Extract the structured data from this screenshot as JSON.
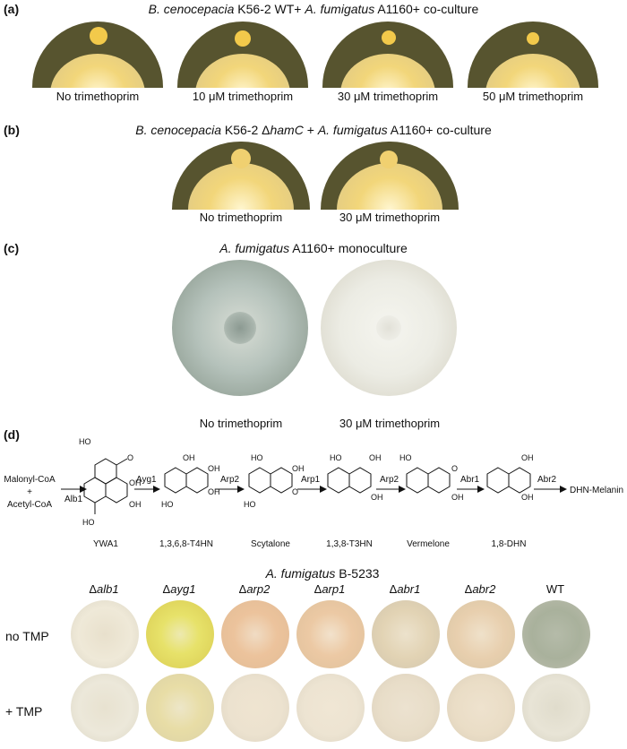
{
  "panel_a": {
    "label": "(a)",
    "title_italic": "B. cenocepacia",
    "title_rest1": " K56-2 WT+ ",
    "title_italic2": "A. fumigatus",
    "title_rest2": " A1160+ co-culture",
    "captions": [
      "No trimethoprim",
      "10 μM trimethoprim",
      "30 μM trimethoprim",
      "50 μM trimethoprim"
    ]
  },
  "panel_b": {
    "label": "(b)",
    "title_italic": "B. cenocepacia",
    "title_rest1": " K56-2 ",
    "title_delta": "Δ",
    "title_gene": "hamC",
    "title_rest2": " + ",
    "title_italic2": "A. fumigatus",
    "title_rest3": " A1160+ co-culture",
    "captions": [
      "No trimethoprim",
      "30 μM trimethoprim"
    ]
  },
  "panel_c": {
    "label": "(c)",
    "title_italic": "A. fumigatus",
    "title_rest": " A1160+ monoculture",
    "captions": [
      "No trimethoprim",
      "30 μM trimethoprim"
    ]
  },
  "panel_d": {
    "label": "(d)",
    "substrates": [
      "Malonyl-CoA",
      "+",
      "Acetyl-CoA"
    ],
    "enzymes": [
      "Alb1",
      "Ayg1",
      "Arp2",
      "Arp1",
      "Arp2",
      "Abr1",
      "Abr2"
    ],
    "compounds": [
      "YWA1",
      "1,3,6,8-T4HN",
      "Scytalone",
      "1,3,8-T3HN",
      "Vermelone",
      "1,8-DHN"
    ],
    "product": "DHN-Melanin",
    "atom_labels": {
      "oh": "OH",
      "ho": "HO",
      "o": "O"
    },
    "strain_title_italic": "A. fumigatus",
    "strain_title_rest": " B-5233",
    "genotypes": [
      "alb1",
      "ayg1",
      "arp2",
      "arp1",
      "abr1",
      "abr2",
      "WT"
    ],
    "delta": "Δ",
    "rows": [
      "no TMP",
      "+ TMP"
    ]
  },
  "colors": {
    "agar_dark": "#4d4a2a",
    "fungus_yellow": "#f2dc86",
    "bacteria": "#f1c447",
    "grey_green": "#a9b0a2"
  }
}
